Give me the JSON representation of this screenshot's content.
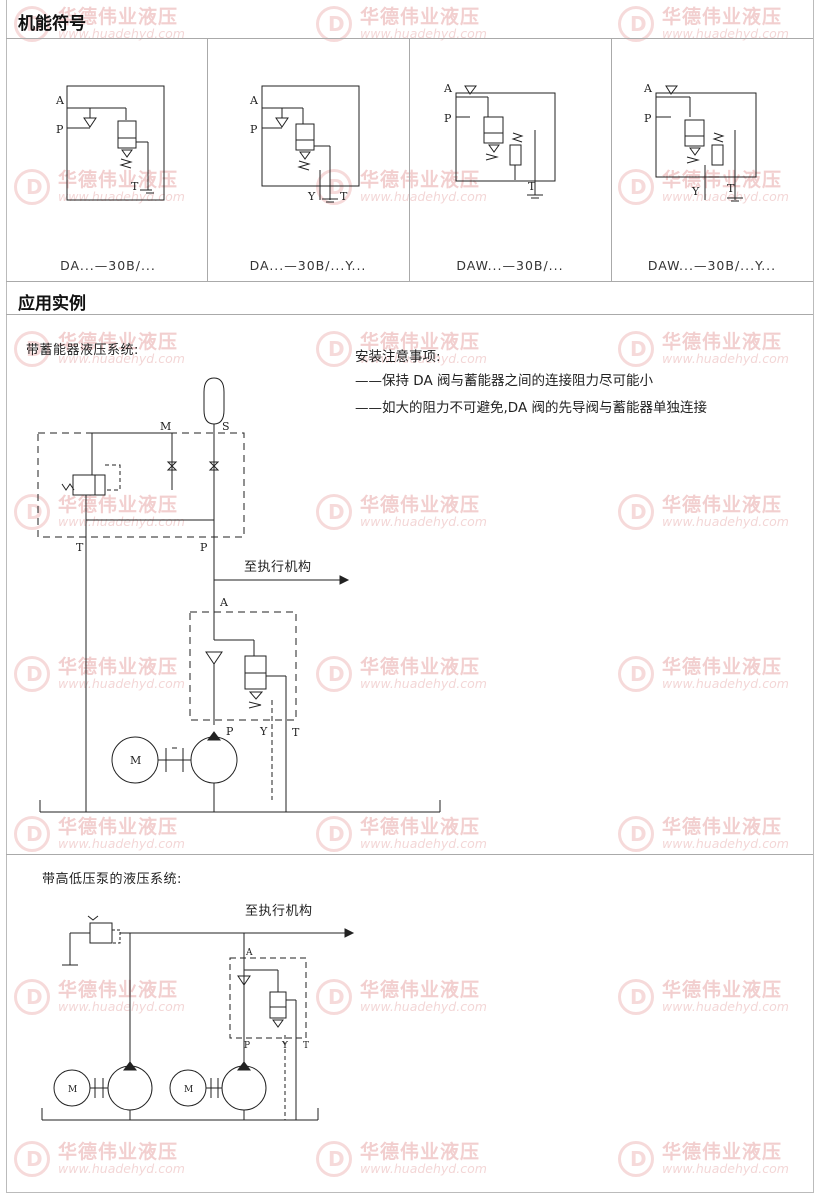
{
  "sections": {
    "symbols_title": "机能符号",
    "examples_title": "应用实例"
  },
  "symbols": [
    {
      "label": "DA...—30B/..."
    },
    {
      "label": "DA...—30B/...Y..."
    },
    {
      "label": "DAW...—30B/..."
    },
    {
      "label": "DAW...—30B/...Y..."
    }
  ],
  "examples": {
    "accumulator_caption": "带蓄能器液压系统:",
    "notes_title": "安装注意事项:",
    "note_1": "——保持 DA 阀与蓄能器之间的连接阻力尽可能小",
    "note_2": "——如大的阻力不可避免,DA 阀的先导阀与蓄能器单独连接",
    "to_actuator_1": "至执行机构",
    "highlow_caption": "带高低压泵的液压系统:",
    "to_actuator_2": "至执行机构"
  },
  "watermark": {
    "brand": "华德伟业液压",
    "url": "www.huadehyd.com"
  },
  "port_labels": {
    "A": "A",
    "P": "P",
    "T": "T",
    "Y": "Y",
    "M": "M",
    "S": "S"
  }
}
